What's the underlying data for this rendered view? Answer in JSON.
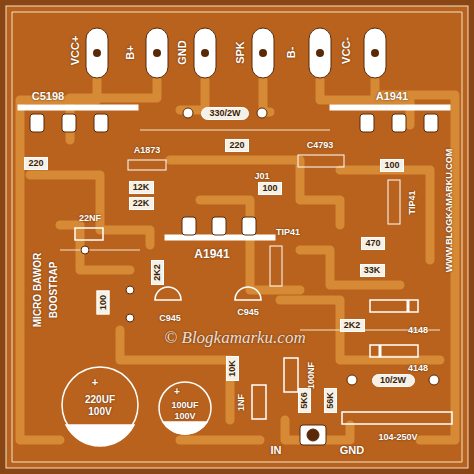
{
  "diagram": {
    "nodes": [
      {
        "text": [
          "330/2W"
        ]
      },
      {
        "text": [
          "220"
        ]
      },
      {
        "text": [
          "220"
        ]
      },
      {
        "text": [
          "100"
        ]
      },
      {
        "text": [
          "12K"
        ]
      },
      {
        "text": [
          "22K"
        ]
      },
      {
        "text": [
          "100"
        ]
      },
      {
        "text": [
          "470"
        ]
      },
      {
        "text": [
          "33K"
        ]
      },
      {
        "text": [
          "2K2"
        ]
      },
      {
        "text": [
          "100"
        ]
      },
      {
        "text": [
          "10K"
        ]
      },
      {
        "text": [
          "2K2"
        ]
      },
      {
        "text": [
          "5K6"
        ]
      },
      {
        "text": [
          "56K"
        ]
      },
      {
        "text": [
          "10/2W"
        ]
      }
    ],
    "labels": [
      "VCC+",
      "B+",
      "GND",
      "SPK",
      "B-",
      "VCC-",
      "C5198",
      "A1941",
      "A1873",
      "J01",
      "C4793",
      "TIP41",
      "22NF",
      "A1941",
      "TIP41",
      "C945",
      "C945",
      "MICRO BAWOR",
      "BOOSTRAP",
      "WWW.BLOGKAMARKU.COM",
      "4148",
      "4148",
      "+",
      "220UF",
      "100V",
      "+",
      "100UF",
      "100V",
      "1NF",
      "100NF",
      "104-250V",
      "IN",
      "GND",
      "© Blogkamarku.com"
    ]
  }
}
